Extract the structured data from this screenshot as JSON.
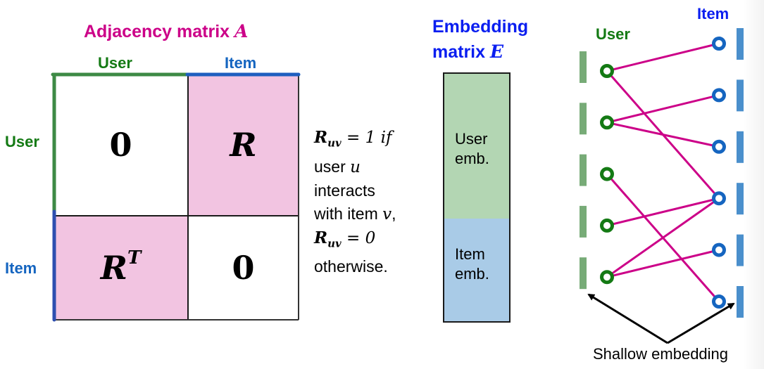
{
  "adjacency": {
    "title_text": "Adjacency matrix ",
    "title_symbol": "A",
    "col_labels": {
      "user": "User",
      "item": "Item"
    },
    "row_labels": {
      "user": "User",
      "item": "Item"
    },
    "cells": {
      "top_left": "0",
      "top_right": "R",
      "bottom_left_base": "R",
      "bottom_left_sup": "T",
      "bottom_right": "0"
    }
  },
  "description": {
    "line1_sym": "R",
    "line1_sub": "uv",
    "line1_rest": " = 1 if",
    "line2_text": "user ",
    "line2_sym": "u",
    "line3_text": "interacts",
    "line4_text": "with item ",
    "line4_sym": "v",
    "line4_end": ",",
    "line5_sym": "R",
    "line5_sub": "uv",
    "line5_rest": " = 0",
    "line6_text": "otherwise."
  },
  "embedding": {
    "title_line1": "Embedding",
    "title_line2_text": "matrix ",
    "title_symbol": "E",
    "user_section": {
      "line1": "User",
      "line2": "emb."
    },
    "item_section": {
      "line1": "Item",
      "line2": "emb."
    }
  },
  "graph": {
    "user_label": "User",
    "item_label": "Item",
    "users": [
      "u1",
      "u2",
      "u3",
      "u4",
      "u5"
    ],
    "items": [
      "i1",
      "i2",
      "i3",
      "i4",
      "i5",
      "i6"
    ],
    "edges": [
      [
        "u1",
        "i1"
      ],
      [
        "u1",
        "i4"
      ],
      [
        "u2",
        "i2"
      ],
      [
        "u2",
        "i3"
      ],
      [
        "u3",
        "i6"
      ],
      [
        "u4",
        "i4"
      ],
      [
        "u5",
        "i4"
      ],
      [
        "u5",
        "i5"
      ]
    ],
    "annotation": "Shallow embedding"
  },
  "colors": {
    "title_magenta": "#cc0088",
    "user_green": "#147a14",
    "user_bar_green": "#77ab77",
    "item_blue": "#1565c0",
    "item_bar_blue": "#4a8fcc",
    "edge_magenta": "#cc0088",
    "matrix_pink": "#f2c4e1",
    "emb_green": "#b3d6b3",
    "emb_blue": "#a9cbe7",
    "emb_title_blue": "#0a1ef0"
  }
}
